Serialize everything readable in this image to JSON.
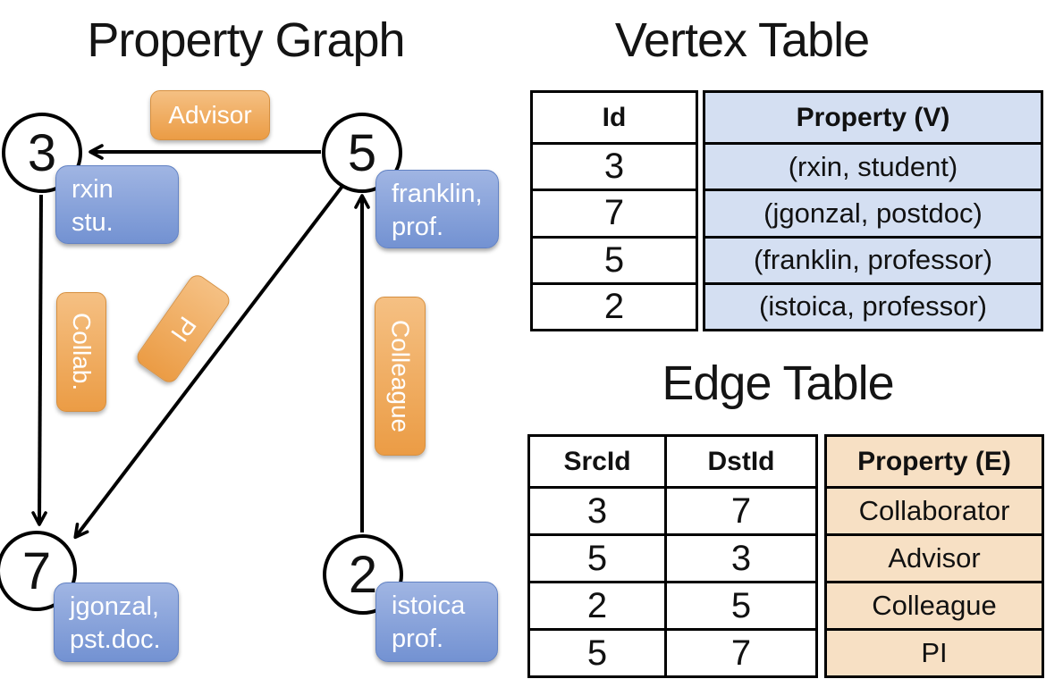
{
  "colors": {
    "edge_label_orange": "#EFA750",
    "vertex_prop_blue": "#7E9CD6",
    "vertex_table_property_bg": "#D4DFF2",
    "edge_table_property_bg": "#F7E0C4",
    "line_black": "#000000"
  },
  "graph": {
    "title": "Property Graph",
    "vertices": [
      {
        "id": "3"
      },
      {
        "id": "5"
      },
      {
        "id": "7"
      },
      {
        "id": "2"
      }
    ],
    "edge_labels": {
      "advisor": "Advisor",
      "collab": "Collab.",
      "pi": "PI",
      "colleague": "Colleague"
    },
    "prop_boxes": {
      "rxin": {
        "lines": [
          "rxin",
          "stu."
        ]
      },
      "franklin": {
        "lines": [
          "franklin,",
          "prof."
        ]
      },
      "jgonzal": {
        "lines": [
          "jgonzal,",
          "pst.doc."
        ]
      },
      "istoica": {
        "lines": [
          "istoica",
          "prof."
        ]
      }
    }
  },
  "vertex_table": {
    "title": "Vertex Table",
    "col_id": "Id",
    "col_prop": "Property (V)",
    "rows": [
      [
        "3",
        "(rxin, student)"
      ],
      [
        "7",
        "(jgonzal, postdoc)"
      ],
      [
        "5",
        "(franklin, professor)"
      ],
      [
        "2",
        "(istoica, professor)"
      ]
    ]
  },
  "edge_table": {
    "title": "Edge Table",
    "col_src": "SrcId",
    "col_dst": "DstId",
    "col_prop": "Property (E)",
    "rows": [
      [
        "3",
        "7",
        "Collaborator"
      ],
      [
        "5",
        "3",
        "Advisor"
      ],
      [
        "2",
        "5",
        "Colleague"
      ],
      [
        "5",
        "7",
        "PI"
      ]
    ]
  }
}
